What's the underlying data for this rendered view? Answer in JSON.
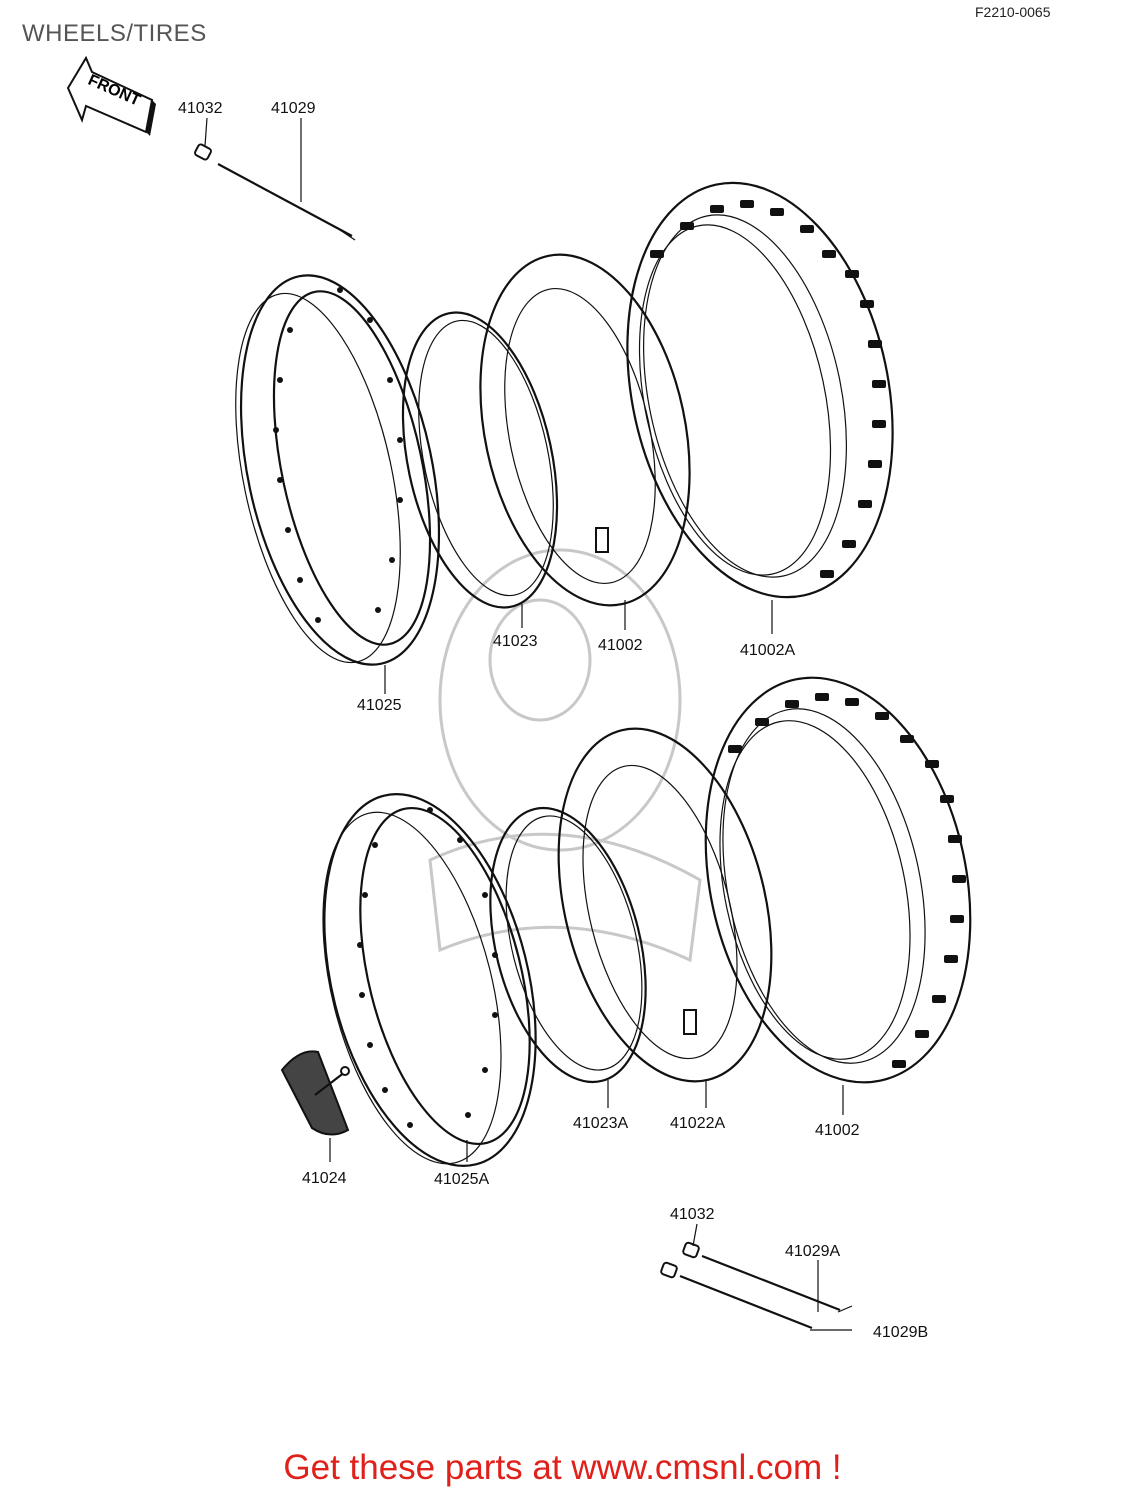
{
  "diagram": {
    "title": "WHEELS/TIRES",
    "code": "F2210-0065",
    "front_label": "FRONT",
    "parts": {
      "p41032_top": "41032",
      "p41029": "41029",
      "p41025": "41025",
      "p41023": "41023",
      "p41002_top": "41002",
      "p41002A": "41002A",
      "p41024": "41024",
      "p41025A": "41025A",
      "p41023A": "41023A",
      "p41022A": "41022A",
      "p41002_bot": "41002",
      "p41032_bot": "41032",
      "p41029A": "41029A",
      "p41029B": "41029B"
    },
    "promo": "Get these parts at www.cmsnl.com !"
  }
}
